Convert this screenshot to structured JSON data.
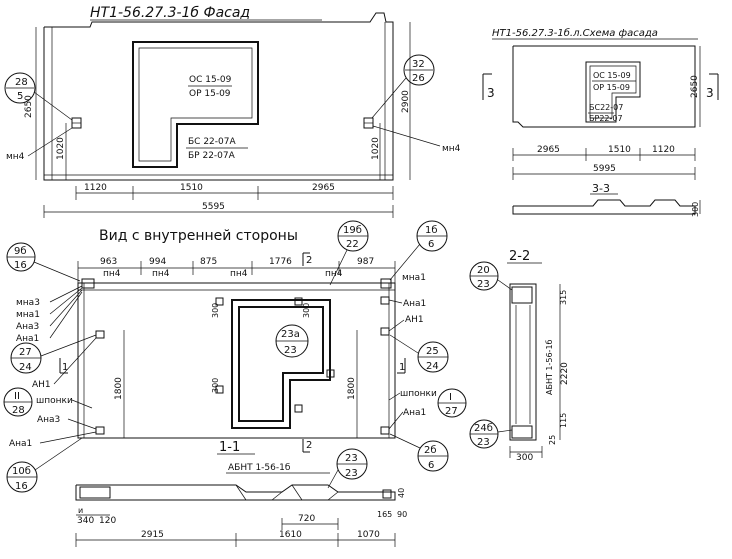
{
  "facade": {
    "title": "НТ1-56.27.3-1б Фасад",
    "window_label_1": "ОС 15-09",
    "window_label_2": "ОР 15-09",
    "door_label_1": "БС 22-07А",
    "door_label_2": "БР 22-07А",
    "dim_height_left": "2650",
    "dim_height_right": "2900",
    "dim_1020_left": "1020",
    "dim_1020_right": "1020",
    "dim_bottom_1": "1120",
    "dim_bottom_2": "1510",
    "dim_bottom_3": "2965",
    "dim_total": "5595",
    "node_left_top": "28",
    "node_left_bottom": "5",
    "node_right_top": "32",
    "node_right_bottom": "26",
    "mn4_left": "мн4",
    "mn4_right": "мн4"
  },
  "scheme": {
    "title": "НТ1-56.27.3-1б.л.Схема фасада",
    "window_label_1": "ОС 15-09",
    "window_label_2": "ОР 15-09",
    "door_label_1": "БС22-07",
    "door_label_2": "БР22-07",
    "dim_height": "2650",
    "dim_1": "2965",
    "dim_2": "1510",
    "dim_3": "1120",
    "dim_total": "5995",
    "cut_label_left": "3",
    "cut_label_right": "3",
    "section_title": "3-3",
    "section_dim": "300"
  },
  "inner": {
    "title": "Вид с внутренней стороны",
    "dims_top": [
      "963",
      "994",
      "875",
      "1776",
      "987"
    ],
    "pn_labels": [
      "пн4",
      "пн4",
      "пн4",
      "пн4"
    ],
    "cut_2_top": "2",
    "node_9b_top": "9б",
    "node_9b_bottom": "16",
    "node_19b_top": "19б",
    "node_19b_bottom": "22",
    "node_1b_top": "1б",
    "node_1b_bottom": "6",
    "mna1_top": "мна1",
    "left_labels": [
      "мна3",
      "мна1",
      "Ана3",
      "Ана1"
    ],
    "node_27_top": "27",
    "node_27_bottom": "24",
    "an1_left": "АН1",
    "cut_1_left": "1",
    "node_II_top": "II",
    "node_II_bottom": "28",
    "shponki_left": "шпонки",
    "ana3_left": "Ана3",
    "ana1_left": "Ана1",
    "node_10b_top": "10б",
    "node_10b_bottom": "16",
    "dim_1800_left": "1800",
    "dim_1800_right": "1800",
    "dim_300_a": "300",
    "dim_300_b": "300",
    "dim_300_c": "300",
    "node_23a_top": "23а",
    "node_23a_bottom": "23",
    "ana1_right_top": "Ана1",
    "an1_right": "АН1",
    "node_25_top": "25",
    "node_25_bottom": "24",
    "cut_1_right": "1",
    "shponki_right": "шпонки",
    "node_I_top": "I",
    "node_I_bottom": "27",
    "ana1_right_bottom": "Ана1",
    "cut_2_bottom": "2",
    "node_2b_top": "2б",
    "node_2b_bottom": "6"
  },
  "section_2_2": {
    "title": "2-2",
    "node_20_top": "20",
    "node_20_bottom": "23",
    "node_24b_top": "24б",
    "node_24b_bottom": "23",
    "mark": "АБНТ 1-56-1б",
    "dim_2220": "2220",
    "dim_315": "315",
    "dim_115": "115",
    "dim_25": "25",
    "dim_300": "300"
  },
  "section_1_1": {
    "title": "1-1",
    "mark": "АБНТ 1-56-1б",
    "node_23_top": "23",
    "node_23_bottom": "23",
    "dim_340": "340",
    "dim_120": "120",
    "dim_u": "и",
    "dim_720": "720",
    "dim_165": "165",
    "dim_90": "90",
    "dim_40": "40",
    "dim_2915": "2915",
    "dim_1610": "1610",
    "dim_1070": "1070"
  }
}
